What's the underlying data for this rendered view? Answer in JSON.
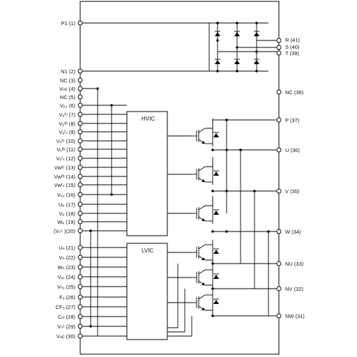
{
  "left_pins": [
    {
      "id": "p1",
      "text": "P1 (1)"
    },
    {
      "id": "n1",
      "text": "N1 (2)"
    },
    {
      "id": "nc3",
      "text": "NC (3)"
    },
    {
      "id": "vnc4",
      "text": "Vₙᴄ (4)"
    },
    {
      "id": "nc5",
      "text": "NC (5)"
    },
    {
      "id": "vp1-6",
      "text": "Vₚ₁ (6)"
    },
    {
      "id": "vufc7",
      "text": "Vᵤᶠᶜ (7)"
    },
    {
      "id": "vufb8",
      "text": "Vᵤᶠᵇ (8)"
    },
    {
      "id": "vufs9",
      "text": "Vᵤᶠₛ (9)"
    },
    {
      "id": "vvfc10",
      "text": "Vᵥᶠᶜ (10)"
    },
    {
      "id": "vvfb11",
      "text": "Vᵥᶠᵇ (11)"
    },
    {
      "id": "vvfs12",
      "text": "Vᵥᶠₛ (12)"
    },
    {
      "id": "vwfc13",
      "text": "Vᴡᶠᶜ (13)"
    },
    {
      "id": "vwfb14",
      "text": "Vᴡᶠᵇ (14)"
    },
    {
      "id": "vwfs15",
      "text": "Vᴡᶠₛ (15)"
    },
    {
      "id": "vp1-16",
      "text": "Vₚ₁ (16)"
    },
    {
      "id": "up17",
      "text": "Uₚ (17)"
    },
    {
      "id": "vp18",
      "text": "Vₚ (18)"
    },
    {
      "id": "wp19",
      "text": "Wₚ (19)"
    },
    {
      "id": "vsc20",
      "text": "(Vₛᶜ )(20)"
    },
    {
      "id": "un21",
      "text": "Uₙ (21)"
    },
    {
      "id": "vn22",
      "text": "Vₙ (22)"
    },
    {
      "id": "wn23",
      "text": "Wₙ (23)"
    },
    {
      "id": "vot24",
      "text": "Vₒₜ (24)"
    },
    {
      "id": "vn1-25",
      "text": "Vₙ₁ (25)"
    },
    {
      "id": "fo26",
      "text": "Fₒ (26)"
    },
    {
      "id": "cfo27",
      "text": "CFₒ (27)"
    },
    {
      "id": "cin28",
      "text": "Cᵢₙ (28)"
    },
    {
      "id": "vsc29",
      "text": "Vₛᶜ (29)"
    },
    {
      "id": "vnc30",
      "text": "Vₙᴄ (30)"
    }
  ],
  "right_pins": [
    {
      "id": "r41",
      "text": "R (41)"
    },
    {
      "id": "s40",
      "text": "S (40)"
    },
    {
      "id": "t39",
      "text": "T (39)"
    },
    {
      "id": "nc38",
      "text": "NC (38)"
    },
    {
      "id": "p37",
      "text": "P (37)"
    },
    {
      "id": "u36",
      "text": "U (36)"
    },
    {
      "id": "v35",
      "text": "V (35)"
    },
    {
      "id": "w34",
      "text": "W (34)"
    },
    {
      "id": "nu33",
      "text": "NU (33)"
    },
    {
      "id": "nv32",
      "text": "NV (32)"
    },
    {
      "id": "nw31",
      "text": "NW (31)"
    }
  ],
  "ics": {
    "hvic": "HVIC",
    "lvic": "LVIC"
  }
}
